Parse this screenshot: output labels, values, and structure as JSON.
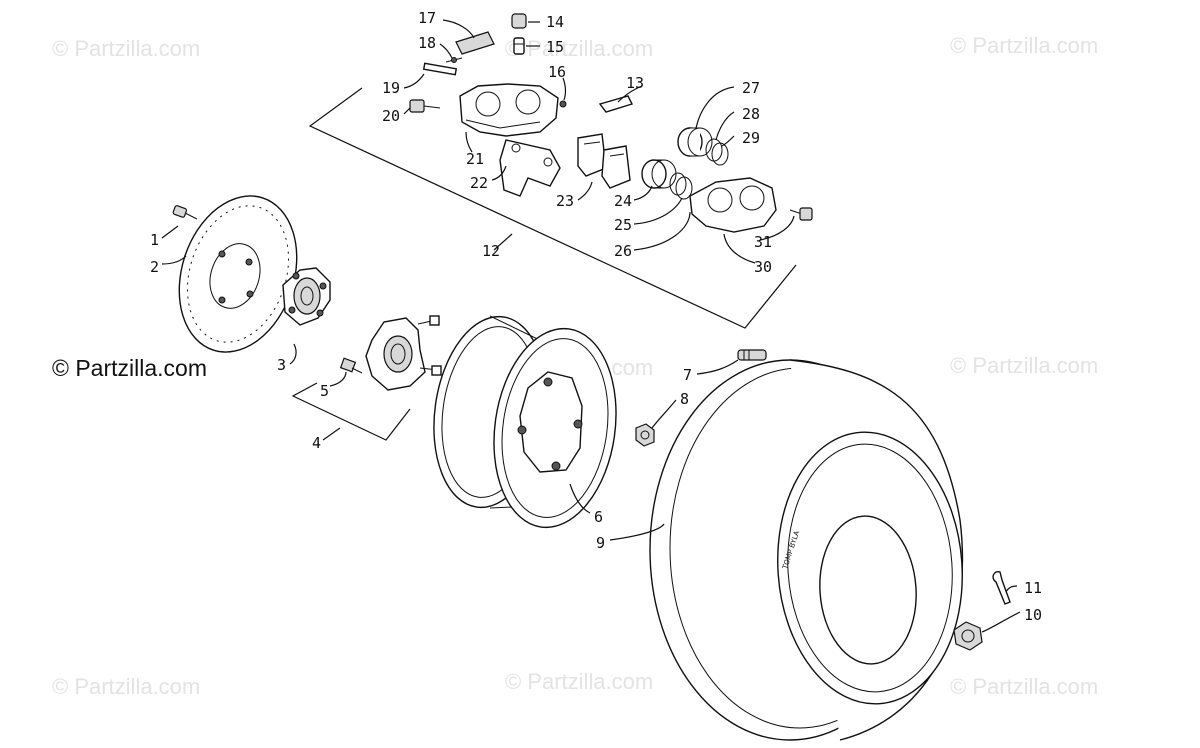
{
  "watermarks": {
    "faint": "© Partzilla.com",
    "bold": "© Partzilla.com"
  },
  "callouts": [
    "1",
    "2",
    "3",
    "4",
    "5",
    "6",
    "7",
    "8",
    "9",
    "10",
    "11",
    "12",
    "13",
    "14",
    "15",
    "16",
    "17",
    "18",
    "19",
    "20",
    "21",
    "22",
    "23",
    "24",
    "25",
    "26",
    "27",
    "28",
    "29",
    "30",
    "31"
  ],
  "tire_sidewall_text": "TOMP BYLA"
}
